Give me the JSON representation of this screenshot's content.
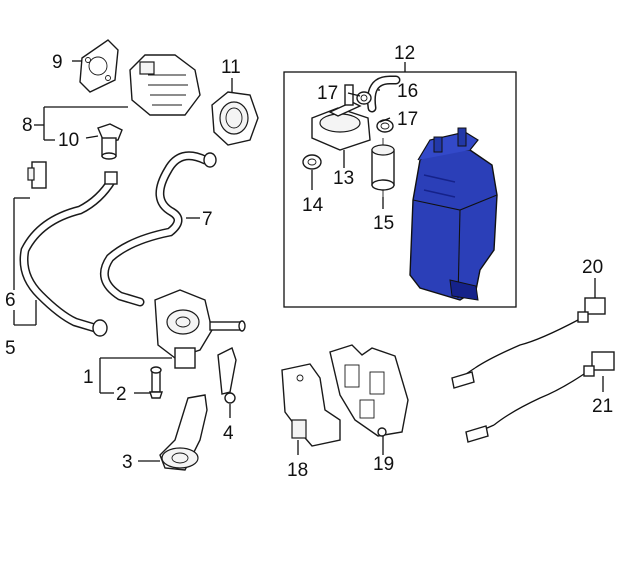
{
  "callouts": {
    "c1": "1",
    "c2": "2",
    "c3": "3",
    "c4": "4",
    "c5": "5",
    "c6": "6",
    "c7": "7",
    "c8": "8",
    "c9": "9",
    "c10": "10",
    "c11": "11",
    "c12": "12",
    "c13": "13",
    "c14": "14",
    "c15": "15",
    "c16": "16",
    "c17a": "17",
    "c17b": "17",
    "c18": "18",
    "c19": "19",
    "c20": "20",
    "c21": "21"
  },
  "colors": {
    "highlight_part": "#2b3fb8",
    "highlight_dark": "#15228a",
    "line": "#111111"
  }
}
